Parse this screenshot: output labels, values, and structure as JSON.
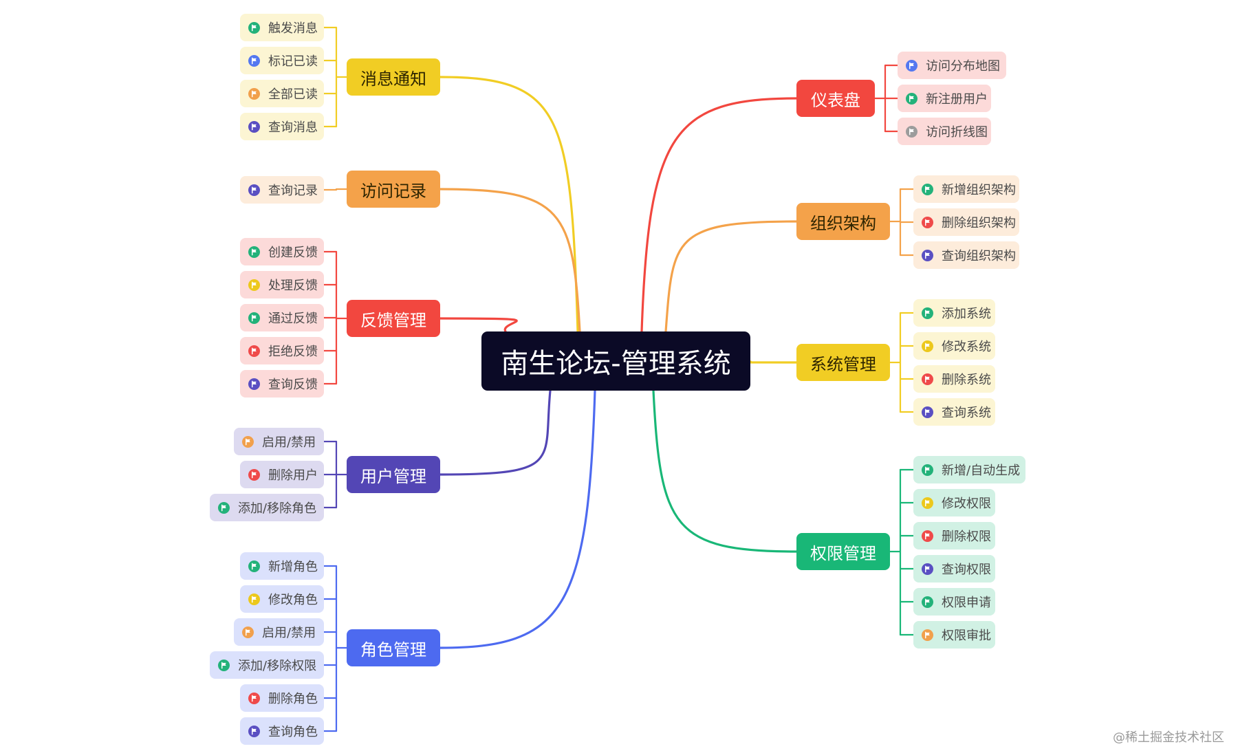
{
  "center": {
    "label": "南生论坛-管理系统"
  },
  "colors": {
    "yellow": "#f1cd24",
    "orange": "#f4a24a",
    "red": "#f2473f",
    "purple": "#5346b5",
    "blue": "#4d6af0",
    "green": "#19b777",
    "flag_green": "#23b27a",
    "flag_blue": "#5478f0",
    "flag_orange": "#f1a04c",
    "flag_purple": "#5a4fc2",
    "flag_red": "#ef4a4a",
    "flag_yellow": "#ecc81c",
    "flag_gray": "#9c9c9c"
  },
  "branches": [
    {
      "id": "msg",
      "label": "消息通知",
      "color": "yellow",
      "text_dark": true,
      "leaves": [
        {
          "label": "触发消息",
          "flag": "flag_green"
        },
        {
          "label": "标记已读",
          "flag": "flag_blue"
        },
        {
          "label": "全部已读",
          "flag": "flag_orange"
        },
        {
          "label": "查询消息",
          "flag": "flag_purple"
        }
      ]
    },
    {
      "id": "visit",
      "label": "访问记录",
      "color": "orange",
      "text_dark": true,
      "leaves": [
        {
          "label": "查询记录",
          "flag": "flag_purple"
        }
      ]
    },
    {
      "id": "feedback",
      "label": "反馈管理",
      "color": "red",
      "text_dark": false,
      "leaves": [
        {
          "label": "创建反馈",
          "flag": "flag_green"
        },
        {
          "label": "处理反馈",
          "flag": "flag_yellow"
        },
        {
          "label": "通过反馈",
          "flag": "flag_green"
        },
        {
          "label": "拒绝反馈",
          "flag": "flag_red"
        },
        {
          "label": "查询反馈",
          "flag": "flag_purple"
        }
      ]
    },
    {
      "id": "user",
      "label": "用户管理",
      "color": "purple",
      "text_dark": false,
      "leaves": [
        {
          "label": "启用/禁用",
          "flag": "flag_orange"
        },
        {
          "label": "删除用户",
          "flag": "flag_red"
        },
        {
          "label": "添加/移除角色",
          "flag": "flag_green"
        }
      ]
    },
    {
      "id": "role",
      "label": "角色管理",
      "color": "blue",
      "text_dark": false,
      "leaves": [
        {
          "label": "新增角色",
          "flag": "flag_green"
        },
        {
          "label": "修改角色",
          "flag": "flag_yellow"
        },
        {
          "label": "启用/禁用",
          "flag": "flag_orange"
        },
        {
          "label": "添加/移除权限",
          "flag": "flag_green"
        },
        {
          "label": "删除角色",
          "flag": "flag_red"
        },
        {
          "label": "查询角色",
          "flag": "flag_purple"
        }
      ]
    },
    {
      "id": "dash",
      "label": "仪表盘",
      "color": "red",
      "text_dark": false,
      "leaves": [
        {
          "label": "访问分布地图",
          "flag": "flag_blue"
        },
        {
          "label": "新注册用户",
          "flag": "flag_green"
        },
        {
          "label": "访问折线图",
          "flag": "flag_gray"
        }
      ]
    },
    {
      "id": "org",
      "label": "组织架构",
      "color": "orange",
      "text_dark": true,
      "leaves": [
        {
          "label": "新增组织架构",
          "flag": "flag_green"
        },
        {
          "label": "删除组织架构",
          "flag": "flag_red"
        },
        {
          "label": "查询组织架构",
          "flag": "flag_purple"
        }
      ]
    },
    {
      "id": "sys",
      "label": "系统管理",
      "color": "yellow",
      "text_dark": true,
      "leaves": [
        {
          "label": "添加系统",
          "flag": "flag_green"
        },
        {
          "label": "修改系统",
          "flag": "flag_yellow"
        },
        {
          "label": "删除系统",
          "flag": "flag_red"
        },
        {
          "label": "查询系统",
          "flag": "flag_purple"
        }
      ]
    },
    {
      "id": "perm",
      "label": "权限管理",
      "color": "green",
      "text_dark": false,
      "leaves": [
        {
          "label": "新增/自动生成",
          "flag": "flag_green"
        },
        {
          "label": "修改权限",
          "flag": "flag_yellow"
        },
        {
          "label": "删除权限",
          "flag": "flag_red"
        },
        {
          "label": "查询权限",
          "flag": "flag_purple"
        },
        {
          "label": "权限申请",
          "flag": "flag_green"
        },
        {
          "label": "权限审批",
          "flag": "flag_orange"
        }
      ]
    }
  ],
  "watermark": "@稀土掘金技术社区"
}
